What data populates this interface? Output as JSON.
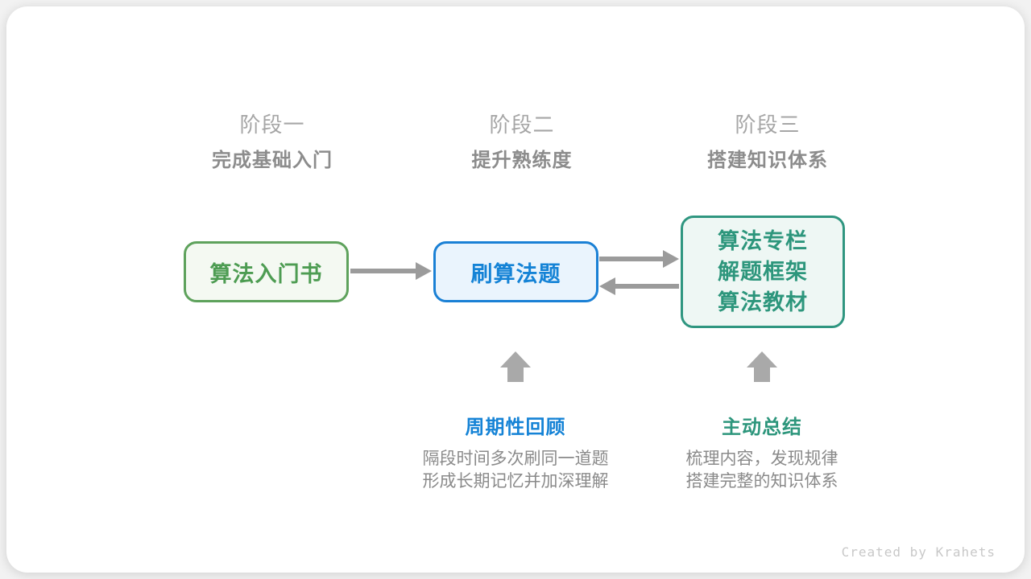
{
  "stages": [
    {
      "title": "阶段一",
      "subtitle": "完成基础入门"
    },
    {
      "title": "阶段二",
      "subtitle": "提升熟练度"
    },
    {
      "title": "阶段三",
      "subtitle": "搭建知识体系"
    }
  ],
  "nodes": {
    "intro_book": {
      "label": "算法入门书"
    },
    "practice": {
      "label": "刷算法题"
    },
    "resources": {
      "lines": [
        "算法专栏",
        "解题框架",
        "算法教材"
      ]
    }
  },
  "annotations": {
    "review": {
      "label": "周期性回顾",
      "desc": [
        "隔段时间多次刷同一道题",
        "形成长期记忆并加深理解"
      ]
    },
    "summarize": {
      "label": "主动总结",
      "desc": [
        "梳理内容，发现规律",
        "搭建完整的知识体系"
      ]
    }
  },
  "credit": "Created by Krahets",
  "colors": {
    "green_border": "#5ea25c",
    "green_bg": "#f4f9f2",
    "green_text": "#4d9c52",
    "blue_border": "#1a80d5",
    "blue_bg": "#eaf4fd",
    "blue_text": "#1583d6",
    "teal_border": "#2f9680",
    "teal_bg": "#eef7f4",
    "teal_text": "#2d967c",
    "arrow_gray": "#9b9b9b",
    "block_arrow_gray": "#a9a9a9",
    "stage_title_gray": "#a6a6a6",
    "stage_subtitle_gray": "#8c8c8c",
    "description_gray": "#8a8a8a",
    "credit_gray": "#c8c8c8"
  }
}
